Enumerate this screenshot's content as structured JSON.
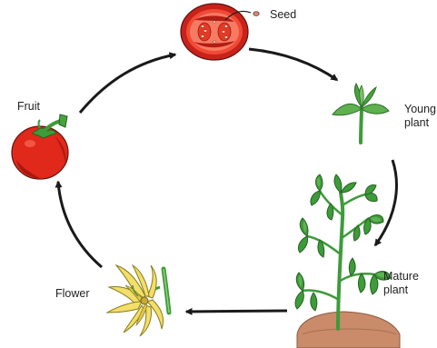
{
  "labels": {
    "seed": "Seed",
    "young_plant": [
      "Young",
      "plant"
    ],
    "mature_plant": [
      "Mature",
      "plant"
    ],
    "flower": "Flower",
    "fruit": "Fruit"
  },
  "colors": {
    "arrow": "#1a1a1a",
    "tomato_red": "#e0281b",
    "tomato_dark": "#b01a10",
    "leaf_green": "#3e9b3a",
    "leaf_light": "#7cc26b",
    "flower_yellow": "#f2df6a",
    "soil": "#c98b6a"
  },
  "icons": [
    "tomato-slice-icon",
    "seed-icon",
    "seedling-icon",
    "mature-plant-icon",
    "flower-icon",
    "tomato-fruit-icon"
  ]
}
